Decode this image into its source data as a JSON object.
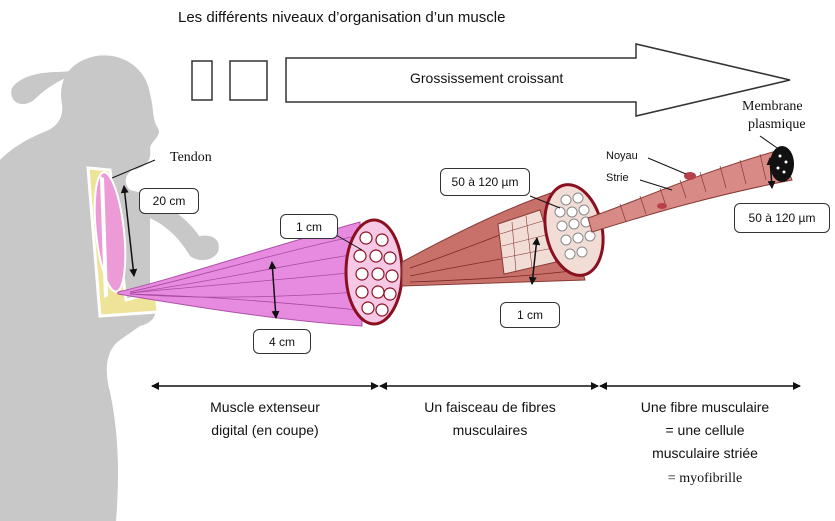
{
  "title": "Les différents niveaux d’organisation d’un muscle",
  "arrow": {
    "label": "Grossissement croissant"
  },
  "labels": {
    "tendon": "Tendon",
    "arm_length": "20 cm",
    "muscle_section": "1 cm",
    "muscle_width": "4 cm",
    "fascicle_fiber": "50 à 120 µm",
    "fascicle_width": "1 cm",
    "noyau": "Noyau",
    "strie": "Strie",
    "membrane_line1": "Membrane",
    "membrane_line2": "plasmique",
    "fiber_diameter": "50 à 120 µm"
  },
  "captions": {
    "muscle": [
      "Muscle extenseur",
      "digital (en coupe)"
    ],
    "fascicle": [
      "Un faisceau de fibres",
      "musculaires"
    ],
    "fiber": [
      "Une fibre musculaire",
      "= une cellule",
      "musculaire striée",
      "= myofibrille"
    ]
  },
  "colors": {
    "silhouette": "#c8c8c8",
    "muscle": "#e78be0",
    "fascicle": "#c8706a",
    "fiber": "#d88a86",
    "tendon": "#efe39a",
    "outline": "#8a1020"
  }
}
